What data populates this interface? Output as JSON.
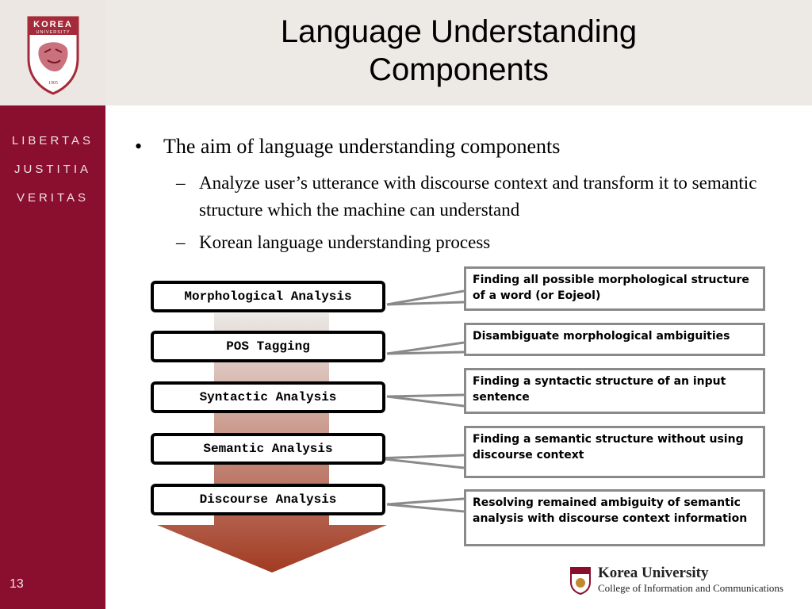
{
  "sidebar": {
    "motto": [
      "LIBERTAS",
      "JUSTITIA",
      "VERITAS"
    ],
    "slide_number": "13",
    "logo": {
      "name": "KOREA",
      "sub": "UNIVERSITY",
      "year": "1905"
    },
    "color": "#8a0e2e"
  },
  "slide": {
    "title_line1": "Language Understanding",
    "title_line2": "Components",
    "bullet": {
      "marker": "•",
      "text": "The aim of language understanding components"
    },
    "subbullets": [
      {
        "marker": "–",
        "text": "Analyze user’s utterance with discourse context and transform it to semantic structure which the machine can understand"
      },
      {
        "marker": "–",
        "text": "Korean language understanding process"
      }
    ]
  },
  "process": [
    {
      "label": "Morphological Analysis",
      "description": "Finding all possible morphological structure of a word (or Eojeol)"
    },
    {
      "label": "POS Tagging",
      "description": "Disambiguate morphological ambiguities"
    },
    {
      "label": "Syntactic Analysis",
      "description": "Finding a syntactic structure of an input sentence"
    },
    {
      "label": "Semantic Analysis",
      "description": "Finding a semantic structure without using discourse context"
    },
    {
      "label": "Discourse Analysis",
      "description": "Resolving remained ambiguity of semantic analysis with discourse context information"
    }
  ],
  "footer": {
    "name": "Korea University",
    "subtitle": "College of Information and Communications"
  },
  "colors": {
    "arrow_top": "#ece9e6",
    "arrow_bottom": "#a23a22",
    "connector": "#8a8a8a"
  }
}
